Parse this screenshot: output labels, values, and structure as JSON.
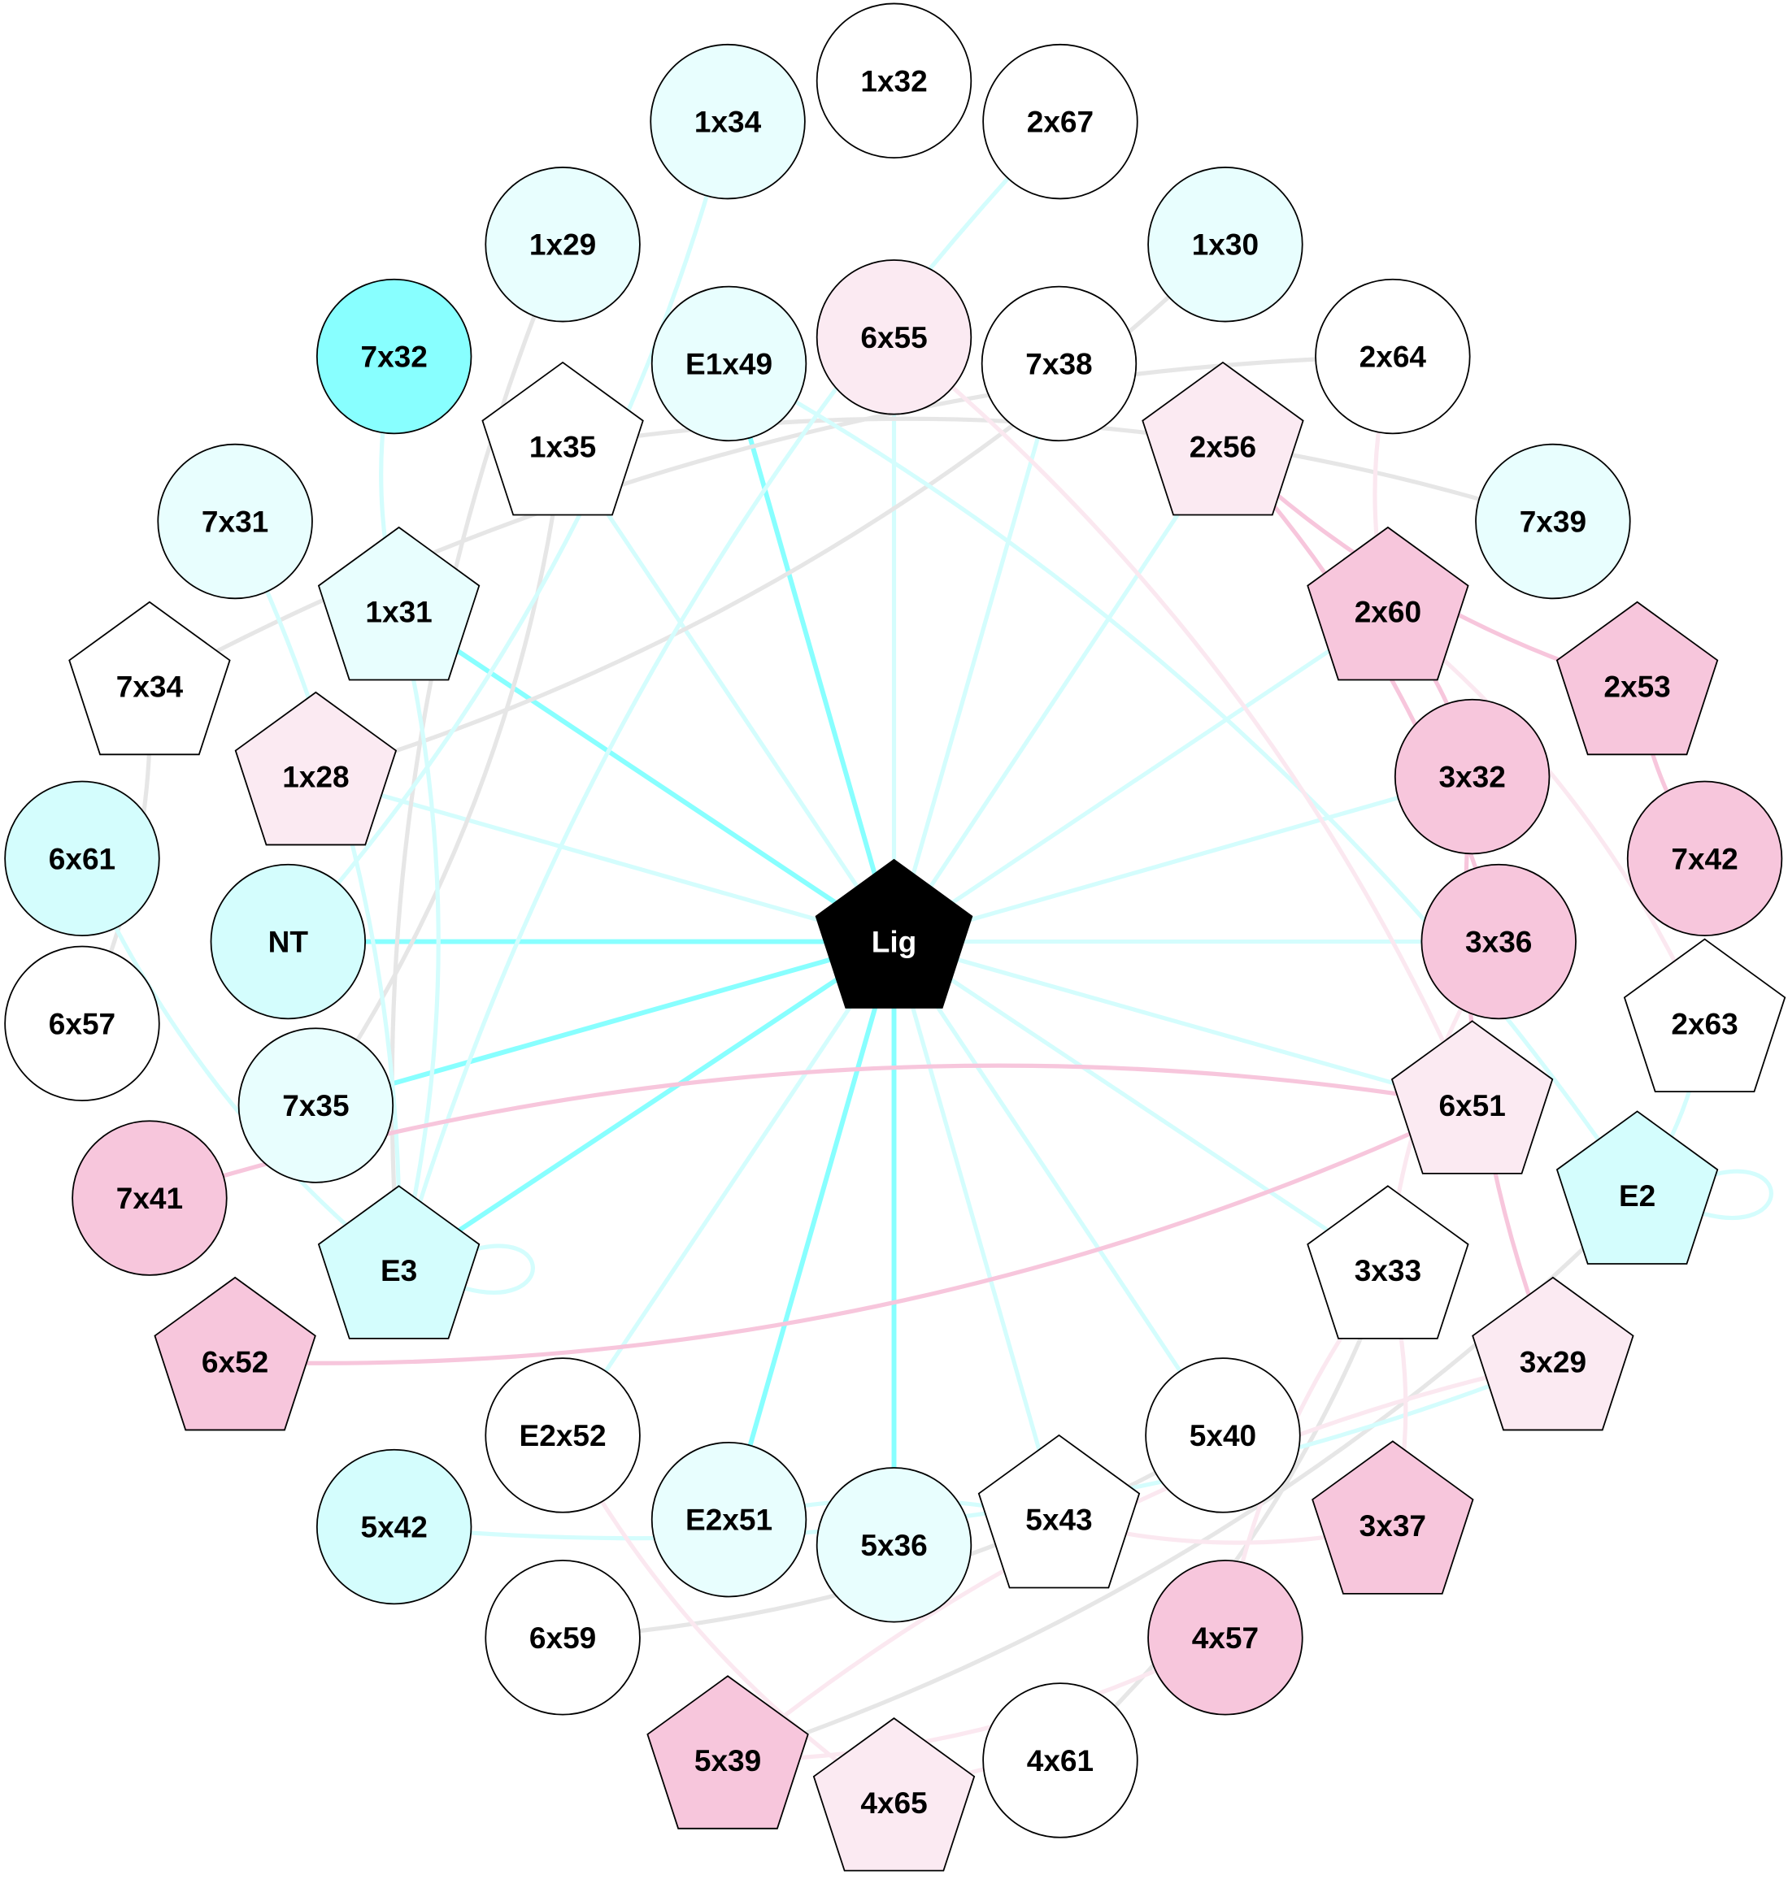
{
  "colors": {
    "strong": "#88ffff",
    "cyan": "#d4fdfd",
    "gray": "#e6e6e6",
    "pink": "#f7c6dc",
    "lightpink": "#fbe8f0"
  },
  "nodes": [
    {
      "id": "Lig",
      "shape": "pentagon",
      "fill": "#000000",
      "text": "#ffffff"
    },
    {
      "id": "1x32",
      "shape": "circle",
      "fill": "#ffffff"
    },
    {
      "id": "1x34",
      "shape": "circle",
      "fill": "#e8fefe"
    },
    {
      "id": "2x67",
      "shape": "circle",
      "fill": "#ffffff"
    },
    {
      "id": "1x29",
      "shape": "circle",
      "fill": "#e8fefe"
    },
    {
      "id": "1x30",
      "shape": "circle",
      "fill": "#e8fefe"
    },
    {
      "id": "7x32",
      "shape": "circle",
      "fill": "#88ffff"
    },
    {
      "id": "E1x49",
      "shape": "circle",
      "fill": "#e8fefe"
    },
    {
      "id": "6x55",
      "shape": "circle",
      "fill": "#fbeaf2"
    },
    {
      "id": "7x38",
      "shape": "circle",
      "fill": "#ffffff"
    },
    {
      "id": "2x64",
      "shape": "circle",
      "fill": "#ffffff"
    },
    {
      "id": "1x35",
      "shape": "pentagon",
      "fill": "#ffffff"
    },
    {
      "id": "2x56",
      "shape": "pentagon",
      "fill": "#fbeaf2"
    },
    {
      "id": "7x31",
      "shape": "circle",
      "fill": "#e8fefe"
    },
    {
      "id": "7x39",
      "shape": "circle",
      "fill": "#e8fefe"
    },
    {
      "id": "1x31",
      "shape": "pentagon",
      "fill": "#e8fefe"
    },
    {
      "id": "2x60",
      "shape": "pentagon",
      "fill": "#f7c6dc"
    },
    {
      "id": "7x34",
      "shape": "pentagon",
      "fill": "#ffffff"
    },
    {
      "id": "2x53",
      "shape": "pentagon",
      "fill": "#f7c6dc"
    },
    {
      "id": "1x28",
      "shape": "pentagon",
      "fill": "#fbeaf2"
    },
    {
      "id": "3x32",
      "shape": "circle",
      "fill": "#f7c6dc"
    },
    {
      "id": "6x61",
      "shape": "circle",
      "fill": "#d4fdfd"
    },
    {
      "id": "7x42",
      "shape": "circle",
      "fill": "#f7c6dc"
    },
    {
      "id": "NT",
      "shape": "circle",
      "fill": "#d4fdfd"
    },
    {
      "id": "3x36",
      "shape": "circle",
      "fill": "#f7c6dc"
    },
    {
      "id": "6x57",
      "shape": "circle",
      "fill": "#ffffff"
    },
    {
      "id": "2x63",
      "shape": "pentagon",
      "fill": "#ffffff"
    },
    {
      "id": "7x35",
      "shape": "circle",
      "fill": "#e8fefe"
    },
    {
      "id": "6x51",
      "shape": "pentagon",
      "fill": "#fbeaf2"
    },
    {
      "id": "7x41",
      "shape": "circle",
      "fill": "#f7c6dc"
    },
    {
      "id": "E2",
      "shape": "pentagon",
      "fill": "#d4fdfd"
    },
    {
      "id": "E3",
      "shape": "pentagon",
      "fill": "#d4fdfd"
    },
    {
      "id": "3x33",
      "shape": "pentagon",
      "fill": "#ffffff"
    },
    {
      "id": "6x52",
      "shape": "pentagon",
      "fill": "#f7c6dc"
    },
    {
      "id": "3x29",
      "shape": "pentagon",
      "fill": "#fbeaf2"
    },
    {
      "id": "E2x52",
      "shape": "circle",
      "fill": "#ffffff"
    },
    {
      "id": "5x40",
      "shape": "circle",
      "fill": "#ffffff"
    },
    {
      "id": "E2x51",
      "shape": "circle",
      "fill": "#e8fefe"
    },
    {
      "id": "5x36",
      "shape": "circle",
      "fill": "#e8fefe"
    },
    {
      "id": "5x43",
      "shape": "pentagon",
      "fill": "#ffffff"
    },
    {
      "id": "3x37",
      "shape": "pentagon",
      "fill": "#f7c6dc"
    },
    {
      "id": "5x42",
      "shape": "circle",
      "fill": "#d4fdfd"
    },
    {
      "id": "6x59",
      "shape": "circle",
      "fill": "#ffffff"
    },
    {
      "id": "4x57",
      "shape": "circle",
      "fill": "#f7c6dc"
    },
    {
      "id": "5x39",
      "shape": "pentagon",
      "fill": "#f7c6dc"
    },
    {
      "id": "4x65",
      "shape": "pentagon",
      "fill": "#fbeaf2"
    },
    {
      "id": "4x61",
      "shape": "circle",
      "fill": "#ffffff"
    }
  ],
  "edges": [
    [
      "Lig",
      "1x31",
      "strong"
    ],
    [
      "Lig",
      "E1x49",
      "strong"
    ],
    [
      "Lig",
      "NT",
      "strong"
    ],
    [
      "Lig",
      "7x35",
      "strong"
    ],
    [
      "Lig",
      "E3",
      "strong"
    ],
    [
      "Lig",
      "E2x51",
      "strong"
    ],
    [
      "Lig",
      "5x36",
      "strong"
    ],
    [
      "Lig",
      "1x35",
      "cyan"
    ],
    [
      "Lig",
      "6x55",
      "cyan"
    ],
    [
      "Lig",
      "7x38",
      "cyan"
    ],
    [
      "Lig",
      "2x56",
      "cyan"
    ],
    [
      "Lig",
      "1x28",
      "cyan"
    ],
    [
      "Lig",
      "2x60",
      "cyan"
    ],
    [
      "Lig",
      "3x32",
      "cyan"
    ],
    [
      "Lig",
      "3x36",
      "cyan"
    ],
    [
      "Lig",
      "6x51",
      "cyan"
    ],
    [
      "Lig",
      "3x33",
      "cyan"
    ],
    [
      "Lig",
      "5x40",
      "cyan"
    ],
    [
      "Lig",
      "5x43",
      "cyan"
    ],
    [
      "Lig",
      "E2x52",
      "cyan"
    ],
    [
      "1x35",
      "7x39",
      "gray"
    ],
    [
      "2x64",
      "7x34",
      "gray"
    ],
    [
      "1x30",
      "1x28",
      "gray"
    ],
    [
      "1x29",
      "E3",
      "gray"
    ],
    [
      "1x35",
      "7x35",
      "gray"
    ],
    [
      "6x57",
      "7x34",
      "gray"
    ],
    [
      "5x40",
      "6x59",
      "gray"
    ],
    [
      "4x61",
      "3x33",
      "gray"
    ],
    [
      "E2",
      "5x39",
      "gray"
    ],
    [
      "7x32",
      "1x31",
      "cyan"
    ],
    [
      "7x31",
      "E3",
      "cyan"
    ],
    [
      "6x61",
      "E3",
      "cyan"
    ],
    [
      "1x34",
      "NT",
      "cyan"
    ],
    [
      "2x67",
      "E3",
      "cyan"
    ],
    [
      "E1x49",
      "E2",
      "cyan"
    ],
    [
      "E2",
      "2x63",
      "cyan"
    ],
    [
      "E2x51",
      "5x43",
      "cyan"
    ],
    [
      "5x42",
      "3x29",
      "cyan"
    ],
    [
      "1x31",
      "E3",
      "cyan"
    ],
    [
      "E2",
      "E2",
      "cyan"
    ],
    [
      "E3",
      "E3",
      "cyan"
    ],
    [
      "2x56",
      "2x53",
      "pink"
    ],
    [
      "2x56",
      "3x36",
      "pink"
    ],
    [
      "2x53",
      "7x42",
      "pink"
    ],
    [
      "2x60",
      "3x32",
      "pink"
    ],
    [
      "3x32",
      "3x29",
      "pink"
    ],
    [
      "7x41",
      "6x51",
      "pink"
    ],
    [
      "6x52",
      "6x51",
      "pink"
    ],
    [
      "6x55",
      "6x51",
      "lightpink"
    ],
    [
      "2x64",
      "2x60",
      "lightpink"
    ],
    [
      "2x60",
      "2x63",
      "lightpink"
    ],
    [
      "3x36",
      "3x33",
      "lightpink"
    ],
    [
      "3x33",
      "3x37",
      "lightpink"
    ],
    [
      "5x43",
      "3x37",
      "lightpink"
    ],
    [
      "4x57",
      "3x33",
      "lightpink"
    ],
    [
      "3x29",
      "5x39",
      "lightpink"
    ],
    [
      "4x65",
      "4x61",
      "lightpink"
    ],
    [
      "E2x52",
      "4x65",
      "lightpink"
    ],
    [
      "4x57",
      "5x39",
      "lightpink"
    ]
  ]
}
